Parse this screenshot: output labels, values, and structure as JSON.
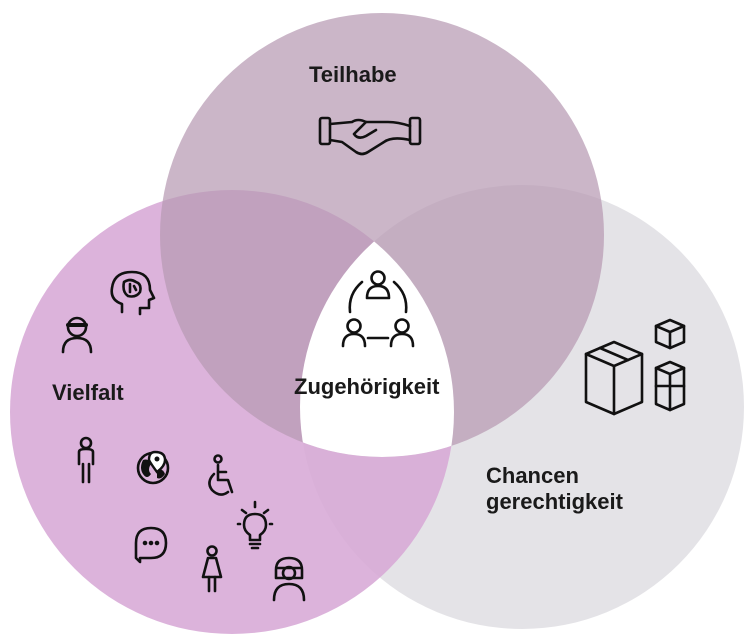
{
  "diagram": {
    "type": "venn",
    "circles": [
      {
        "id": "teilhabe",
        "label": "Teilhabe",
        "color": "#b79ab3",
        "icons": [
          "handshake-icon"
        ]
      },
      {
        "id": "vielfalt",
        "label": "Vielfalt",
        "color": "#d7a9d6",
        "icons": [
          "brain-head-icon",
          "person-sunglasses-icon",
          "person-male-icon",
          "globe-pin-icon",
          "wheelchair-icon",
          "speech-bubble-icon",
          "lightbulb-icon",
          "person-female-icon",
          "person-headscarf-icon"
        ]
      },
      {
        "id": "chancen",
        "label_lines": [
          "Chancen",
          "gerechtigkeit"
        ],
        "color": "#d7d3dc",
        "icons": [
          "boxes-icon"
        ]
      }
    ],
    "center": {
      "label": "Zugehörigkeit",
      "color": "#ffffff",
      "icons": [
        "group-cycle-icon"
      ]
    }
  }
}
